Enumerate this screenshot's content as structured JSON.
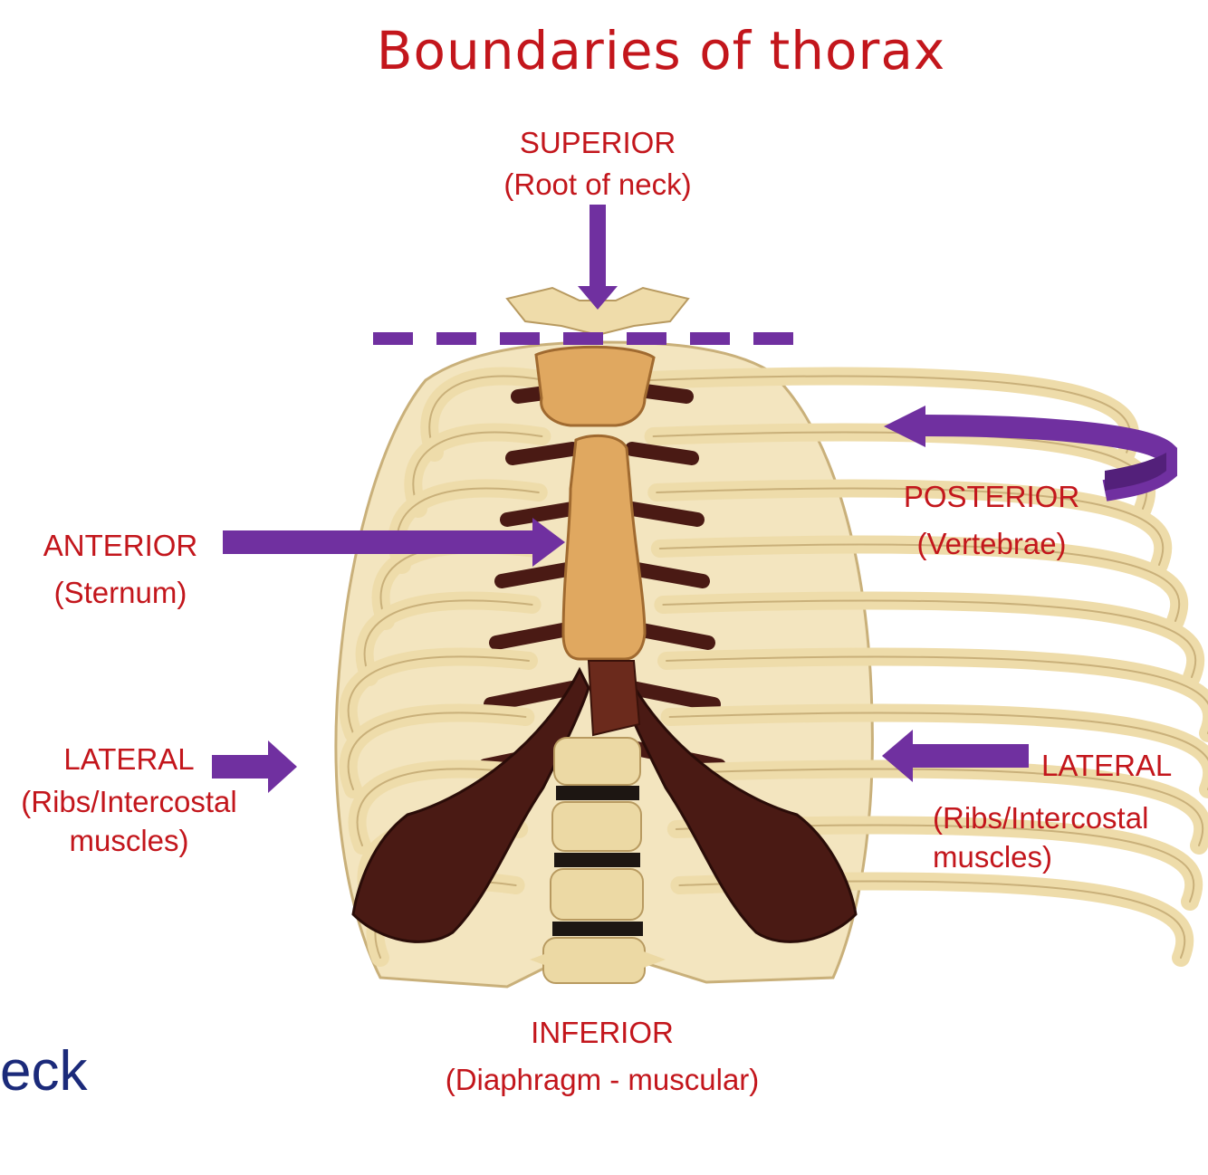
{
  "title": "Boundaries of thorax",
  "labels": {
    "superior": {
      "title": "SUPERIOR",
      "sub": "(Root of neck)"
    },
    "anterior": {
      "title": "ANTERIOR",
      "sub": "(Sternum)"
    },
    "posterior": {
      "title": "POSTERIOR",
      "sub": "(Vertebrae)"
    },
    "lateral_left": {
      "title": "LATERAL",
      "sub_line1": "(Ribs/Intercostal",
      "sub_line2": "muscles)"
    },
    "lateral_right": {
      "title": "LATERAL",
      "sub_line1": "(Ribs/Intercostal",
      "sub_line2": "muscles)"
    },
    "inferior": {
      "title": "INFERIOR",
      "sub": "(Diaphragm - muscular)"
    }
  },
  "fragment_text": "eck",
  "colors": {
    "label_red": "#c3161c",
    "arrow_purple": "#7030a0",
    "bone": "#eedcaa",
    "cartilage": "#4a1a14",
    "sternum": "#e0a860",
    "fragment_blue": "#1b2a7a"
  }
}
